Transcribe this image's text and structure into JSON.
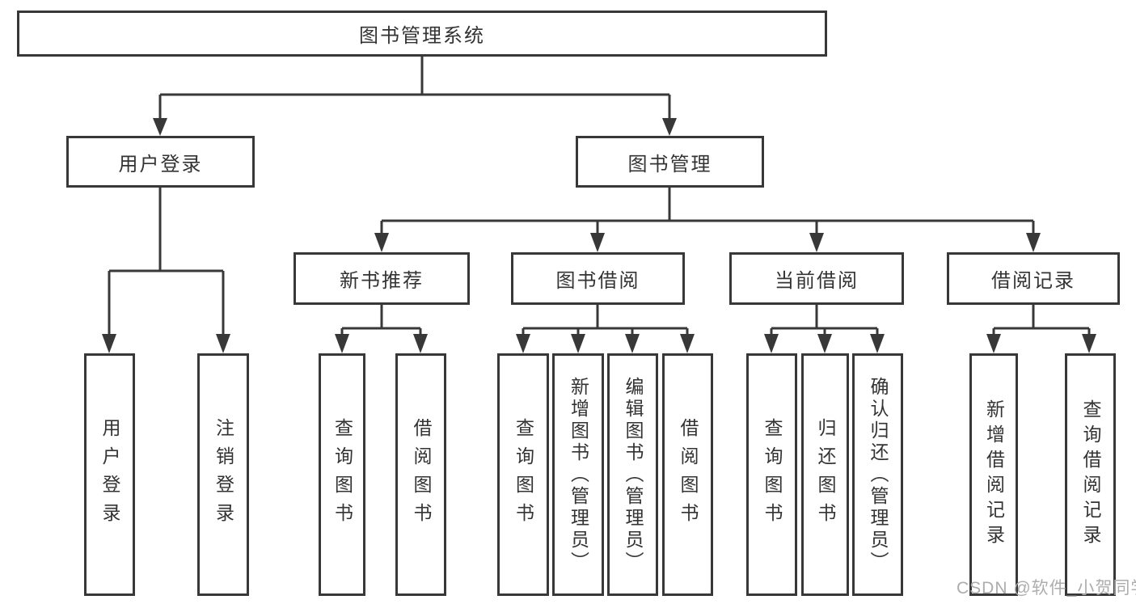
{
  "nodes": {
    "root": "图书管理系统",
    "level2": [
      "用户登录",
      "图书管理"
    ],
    "level3": [
      "新书推荐",
      "图书借阅",
      "当前借阅",
      "借阅记录"
    ],
    "leaves": [
      "用户登录",
      "注销登录",
      "查询图书",
      "借阅图书",
      "查询图书",
      "新增图书（管理员）",
      "编辑图书（管理员）",
      "借阅图书",
      "查询图书",
      "归还图书",
      "确认归还（管理员）",
      "新增借阅记录",
      "查询借阅记录"
    ]
  },
  "watermark": "CSDN @软件_小贺同学",
  "colors": {
    "line": "#383838",
    "text": "#333333",
    "watermark": "#adadad",
    "background": "#ffffff"
  }
}
